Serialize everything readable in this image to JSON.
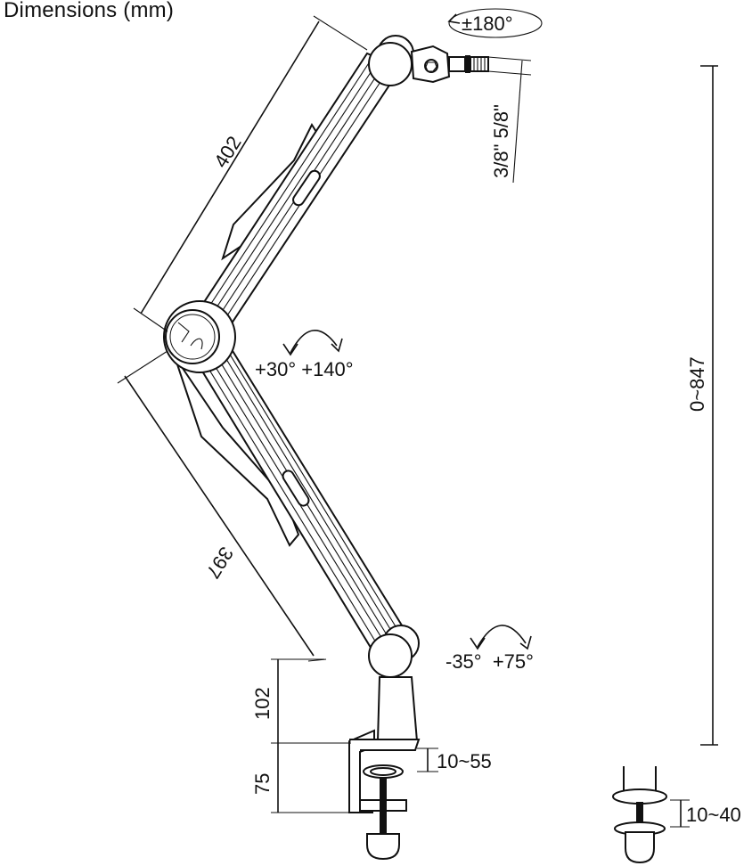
{
  "diagram": {
    "title": "Dimensions (mm)",
    "rotation_head": "±180°",
    "thread_size": "3/8\" 5/8\"",
    "upper_arm_length": "402",
    "lower_arm_length": "397",
    "elbow_angle": "+30° +140°",
    "base_angle": "-35°  +75°",
    "height_range": "0~847",
    "post_height": "102",
    "clamp_height": "75",
    "clamp_range": "10~55",
    "grommet_range": "10~40"
  }
}
